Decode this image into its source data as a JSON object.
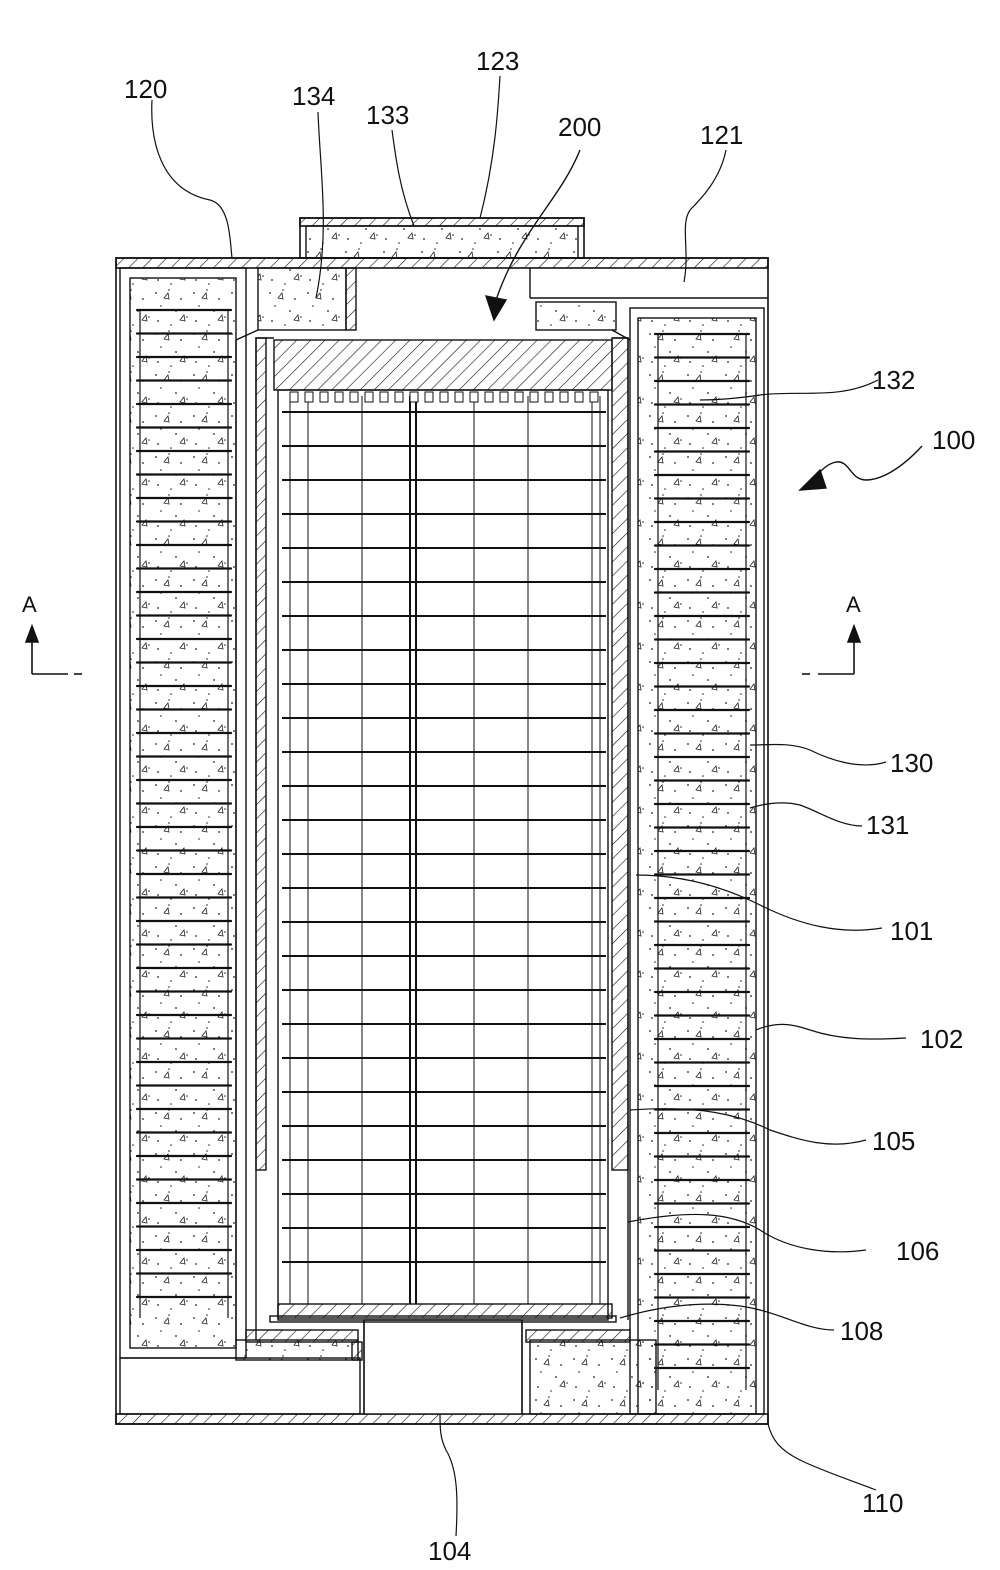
{
  "labels": {
    "n120": "120",
    "n134": "134",
    "n133": "133",
    "n123": "123",
    "n200": "200",
    "n121": "121",
    "n132": "132",
    "n100": "100",
    "n130": "130",
    "n131": "131",
    "n101": "101",
    "n102": "102",
    "n105": "105",
    "n106": "106",
    "n108": "108",
    "n110": "110",
    "n104": "104"
  },
  "section_marker": "A",
  "colors": {
    "line": "#111111",
    "fill": "#ffffff"
  }
}
